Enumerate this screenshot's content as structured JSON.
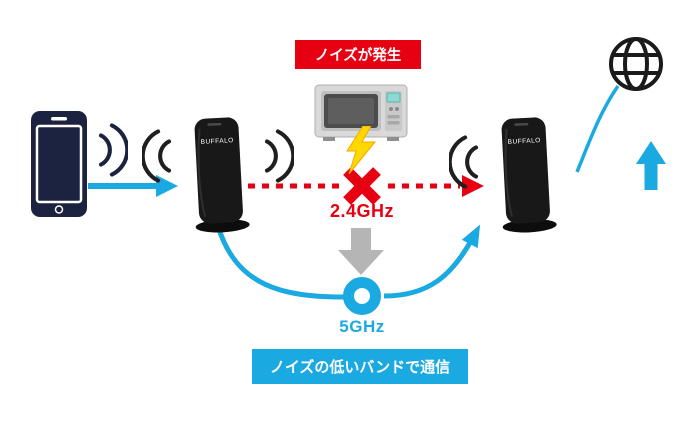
{
  "colors": {
    "cyan": "#1ba9e1",
    "red": "#e60012",
    "gray_arrow": "#b5b5b5",
    "device_dark": "#181818",
    "phone_navy": "#1c2340",
    "lightning_yellow": "#ffd800"
  },
  "callouts": {
    "noise": "ノイズが発生",
    "low_noise_band": "ノイズの低いバンドで通信"
  },
  "bands": {
    "blocked": "2.4GHz",
    "clear": "5GHz"
  },
  "devices": {
    "smartphone": "smartphone",
    "router_left": "wifi-router",
    "router_right": "wifi-router",
    "microwave": "microwave-oven",
    "internet": "globe",
    "router_brand": "BUFFALO"
  }
}
